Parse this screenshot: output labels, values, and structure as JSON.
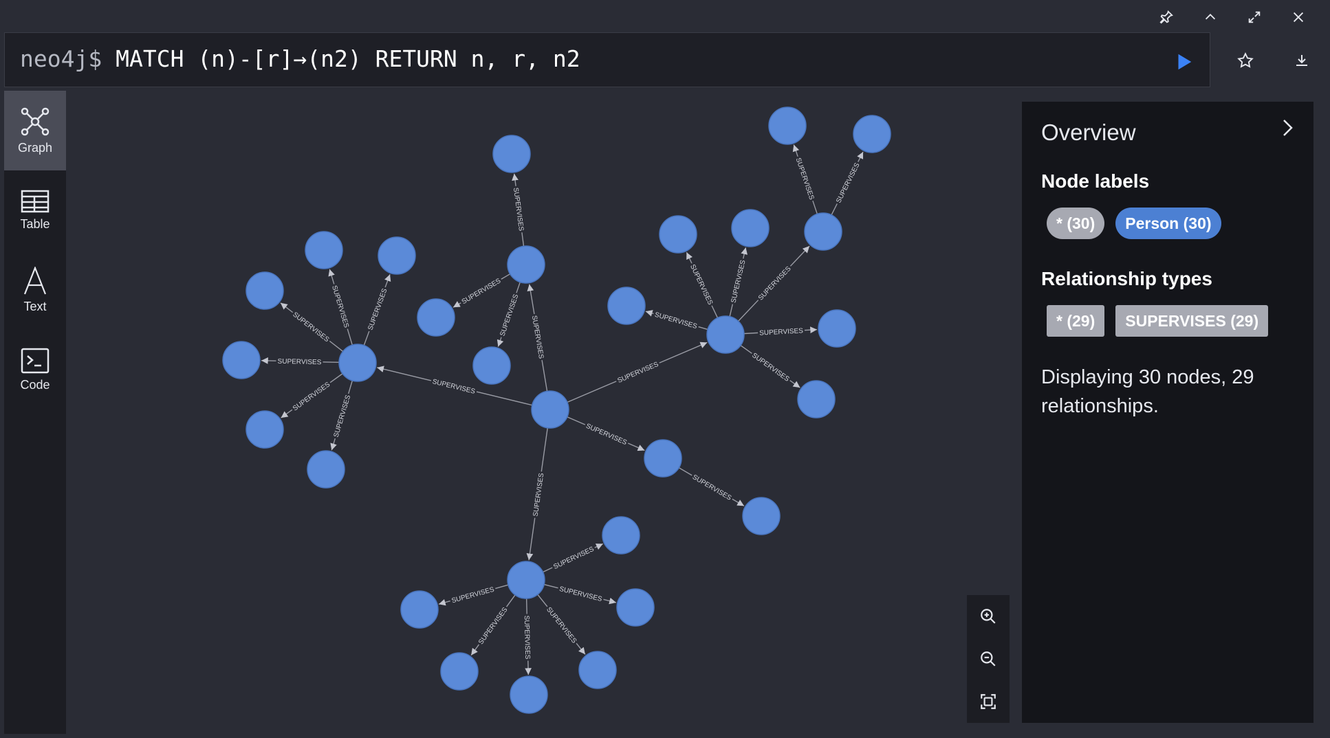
{
  "editor": {
    "prompt": "neo4j$",
    "query": "MATCH (n)-[r]→(n2) RETURN n, r, n2"
  },
  "window_controls": [
    "pin-icon",
    "collapse-icon",
    "maximize-icon",
    "close-icon"
  ],
  "editor_actions": [
    "favorite-star-icon",
    "download-icon"
  ],
  "sidebar": {
    "items": [
      {
        "label": "Graph",
        "icon": "graph-icon",
        "active": true
      },
      {
        "label": "Table",
        "icon": "table-icon",
        "active": false
      },
      {
        "label": "Text",
        "icon": "text-icon",
        "active": false
      },
      {
        "label": "Code",
        "icon": "code-icon",
        "active": false
      }
    ]
  },
  "graph": {
    "relationship_label": "SUPERVISES",
    "node_color": "#5b8ad8",
    "edge_color": "#9a9ca5"
  },
  "zoom_controls": [
    "zoom-in-icon",
    "zoom-out-icon",
    "fit-screen-icon"
  ],
  "overview": {
    "title": "Overview",
    "node_labels_heading": "Node labels",
    "node_labels": [
      "* (30)",
      "Person (30)"
    ],
    "relationship_types_heading": "Relationship types",
    "relationship_types": [
      "* (29)",
      "SUPERVISES (29)"
    ],
    "summary": "Displaying 30 nodes, 29 relationships."
  },
  "colors": {
    "accent": "#4c80d3",
    "run": "#3b82f6",
    "chip_grey": "#a7a9b2"
  }
}
